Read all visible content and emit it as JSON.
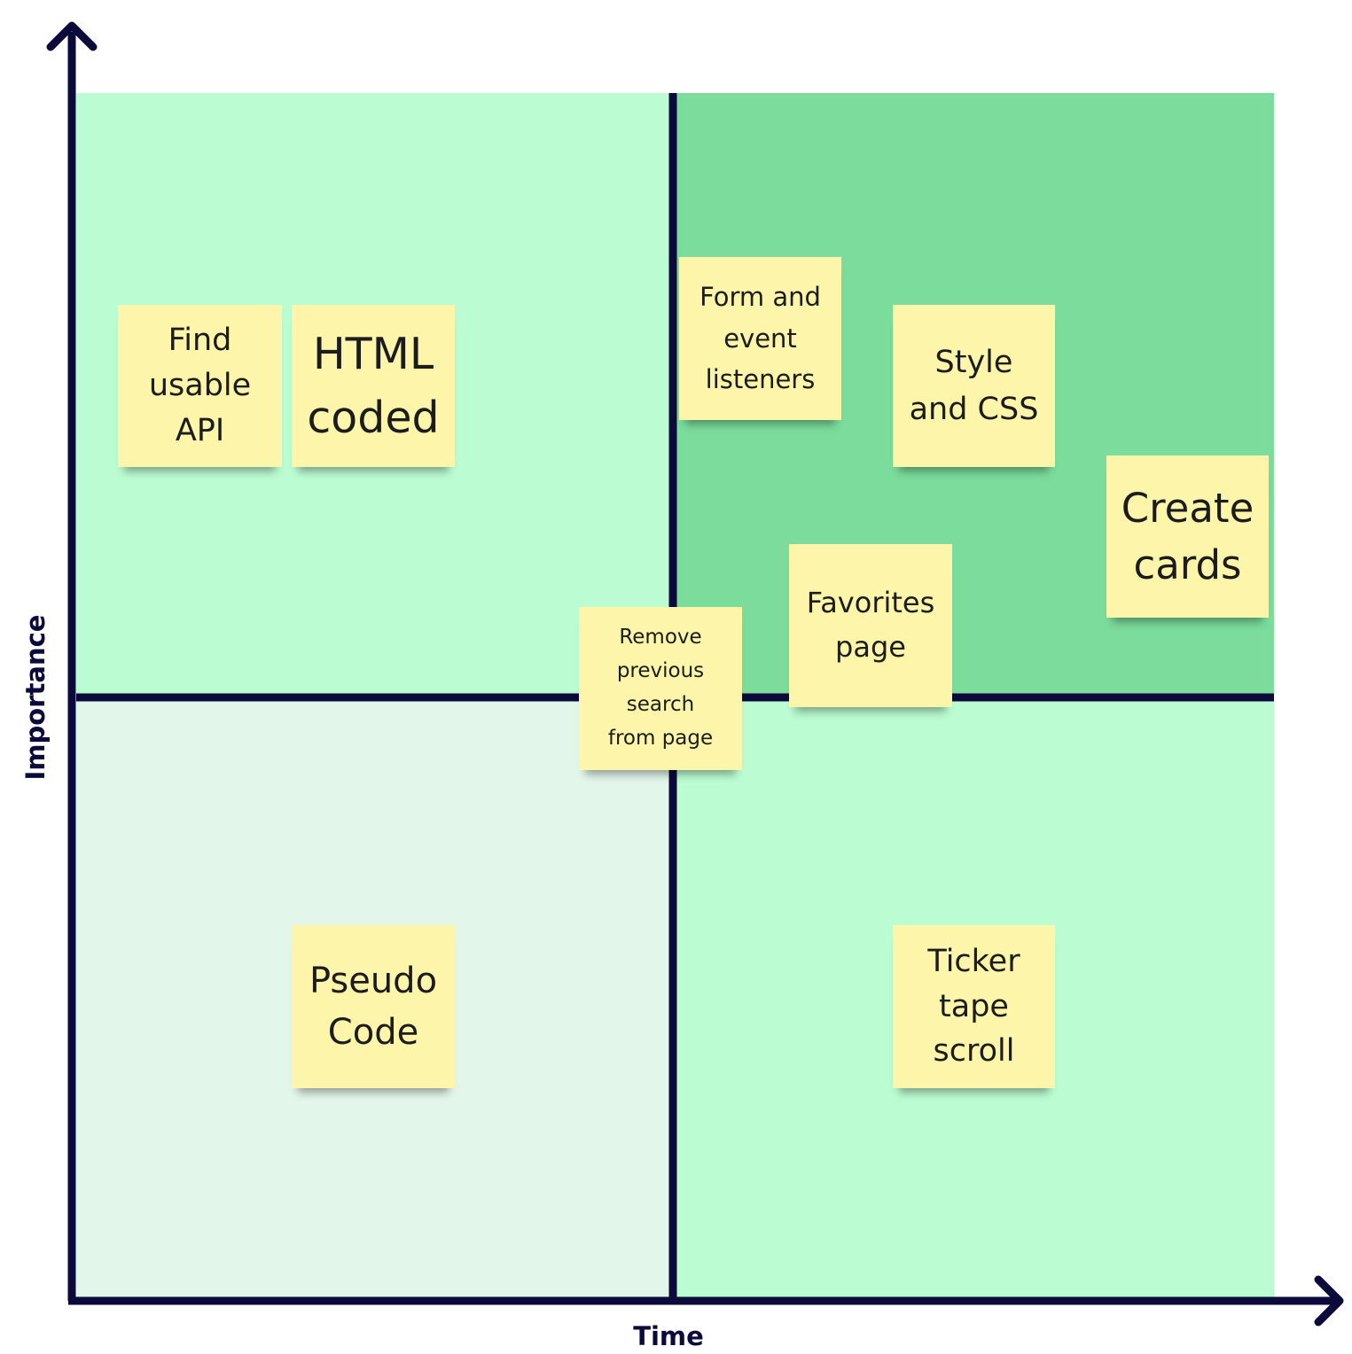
{
  "colors": {
    "quadrant_top_left": "#bbfcd2",
    "quadrant_top_right": "#7bdc9c",
    "quadrant_bottom_left": "#e3f6ea",
    "quadrant_bottom_right": "#bbfcd2",
    "axis": "#0b0a3a",
    "sticky_note": "#fdf5a9"
  },
  "axes": {
    "y_label": "Importance",
    "x_label": "Time"
  },
  "notes": [
    {
      "id": "note-api",
      "quadrant": "top-left",
      "text": "Find\nusable\nAPI"
    },
    {
      "id": "note-html",
      "quadrant": "top-left",
      "text": "HTML\ncoded"
    },
    {
      "id": "note-form",
      "quadrant": "top-right",
      "text": "Form and\nevent\nlisteners"
    },
    {
      "id": "note-style",
      "quadrant": "top-right",
      "text": "Style\nand CSS"
    },
    {
      "id": "note-cards",
      "quadrant": "top-right",
      "text": "Create\ncards"
    },
    {
      "id": "note-favorites",
      "quadrant": "top-right",
      "text": "Favorites\npage"
    },
    {
      "id": "note-remove",
      "quadrant": "center",
      "text": "Remove\nprevious\nsearch\nfrom page"
    },
    {
      "id": "note-pseudo",
      "quadrant": "bottom-left",
      "text": "Pseudo\nCode"
    },
    {
      "id": "note-ticker",
      "quadrant": "bottom-right",
      "text": "Ticker\ntape\nscroll"
    }
  ]
}
